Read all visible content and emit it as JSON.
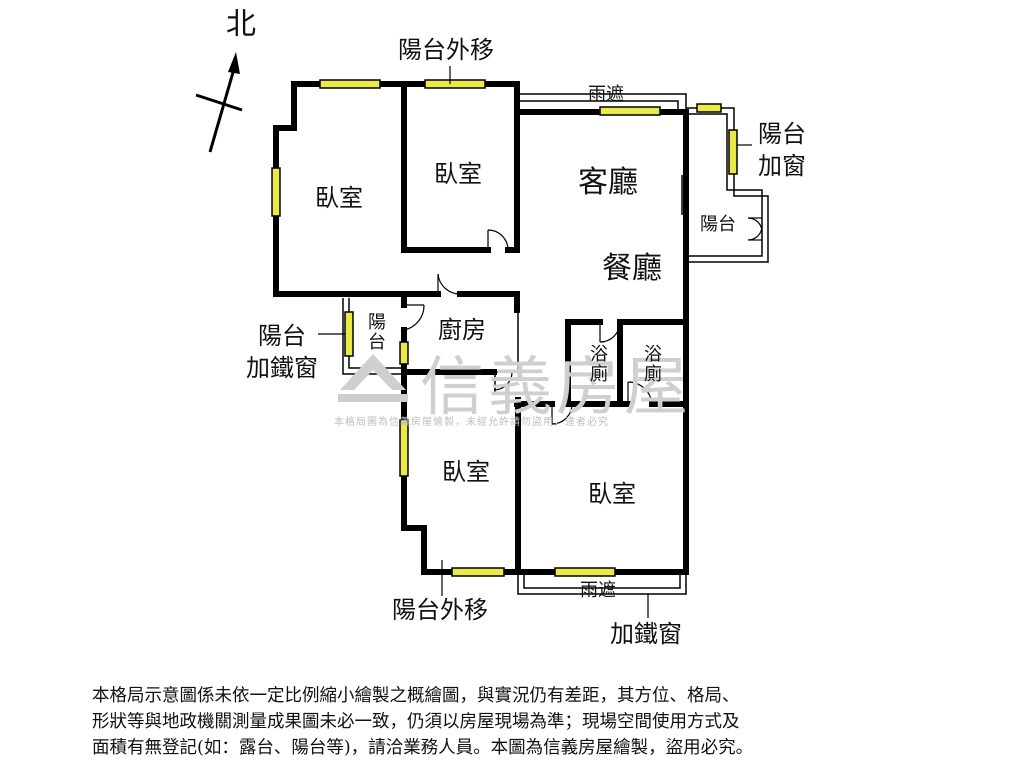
{
  "compass": {
    "north": "北"
  },
  "rooms": {
    "bedroom_nw": "臥室",
    "bedroom_n": "臥室",
    "living_room": "客廳",
    "dining_room": "餐廳",
    "kitchen": "廚房",
    "bath_1": "浴廁",
    "bath_2": "浴廁",
    "bedroom_sw": "臥室",
    "bedroom_se": "臥室",
    "balcony_east": "陽台",
    "balcony_west": "陽台"
  },
  "annotations": {
    "balcony_moved_top": "陽台外移",
    "rain_shelter_top": "雨遮",
    "balcony_window_line1": "陽台",
    "balcony_window_line2": "加窗",
    "balcony_iron_line1": "陽台",
    "balcony_iron_line2": "加鐵窗",
    "balcony_moved_bottom": "陽台外移",
    "rain_shelter_bottom": "雨遮",
    "iron_window": "加鐵窗"
  },
  "watermark": {
    "brand": "信義房屋",
    "notice": "本格局圖為信義房屋繪製，未經允許請勿盜用，違者必究"
  },
  "disclaimer": {
    "line1": "本格局示意圖係未依一定比例縮小繪製之概繪圖，與實況仍有差距，其方位、格局、",
    "line2": "形狀等與地政機關測量成果圖未必一致，仍須以房屋現場為準；現場空間使用方式及",
    "line3": "面積有無登記(如：露台、陽台等)，請洽業務人員。本圖為信義房屋繪製，盜用必究。"
  },
  "colors": {
    "wall": "#000000",
    "window_fill": "#e9e94a",
    "watermark": "#cfcfcf"
  }
}
